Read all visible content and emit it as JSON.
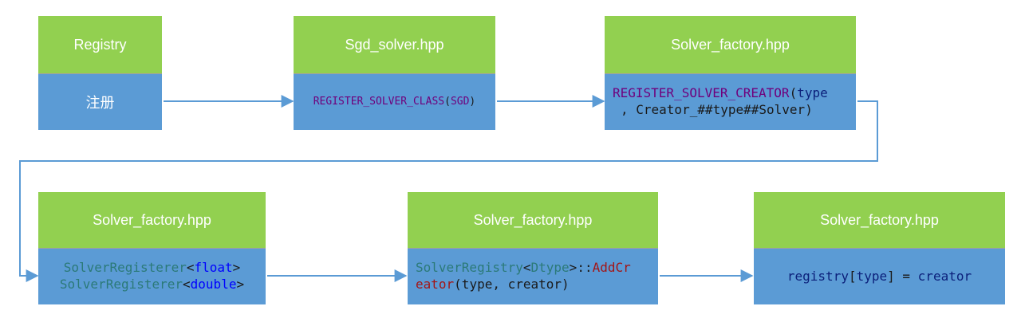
{
  "colors": {
    "header": "#92d050",
    "body": "#5b9bd5",
    "arrow": "#5b9bd5",
    "macro": "#6f007c",
    "keyword": "#0000ff",
    "type": "#2b7a78",
    "func": "#a31515",
    "var": "#0b1f7a",
    "plain": "#1a1a1a"
  },
  "boxes": [
    {
      "header": "Registry",
      "body": "注册"
    },
    {
      "header": "Sgd_solver.hpp",
      "body": {
        "macro": "REGISTER_SOLVER_CLASS",
        "open": "(",
        "arg": "SGD",
        "close": ")"
      }
    },
    {
      "header": "Solver_factory.hpp",
      "body": {
        "macro": "REGISTER_SOLVER_CREATOR",
        "open": "(",
        "arg1": "type",
        "line2": ", Creator_##type##Solver)"
      }
    },
    {
      "header": "Solver_factory.hpp",
      "body": {
        "type1": "SolverRegisterer",
        "lt1": "<",
        "kw1": "float",
        "gt1": ">",
        "type2": "SolverRegisterer",
        "lt2": "<",
        "kw2": "double",
        "gt2": ">"
      }
    },
    {
      "header": "Solver_factory.hpp",
      "body": {
        "type": "SolverRegistry",
        "lt": "<",
        "tparam": "Dtype",
        "gt": ">",
        "scope": "::",
        "func_part1": "AddCr",
        "func_part2": "eator",
        "args": "(type, creator)"
      }
    },
    {
      "header": "Solver_factory.hpp",
      "body": {
        "var": "registry",
        "open": "[",
        "idx": "type",
        "close": "]",
        "eq": " = ",
        "rhs": "creator"
      }
    }
  ]
}
